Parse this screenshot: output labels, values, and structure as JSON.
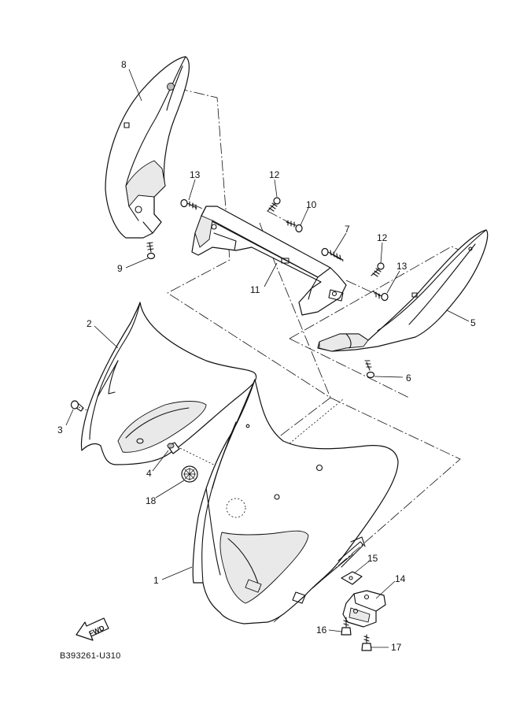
{
  "diagram_code": "B393261-U310",
  "direction_label": "FWD",
  "callouts": [
    "1",
    "2",
    "3",
    "4",
    "5",
    "6",
    "7",
    "8",
    "9",
    "10",
    "11",
    "12",
    "12",
    "13",
    "13",
    "14",
    "15",
    "16",
    "17",
    "18"
  ]
}
